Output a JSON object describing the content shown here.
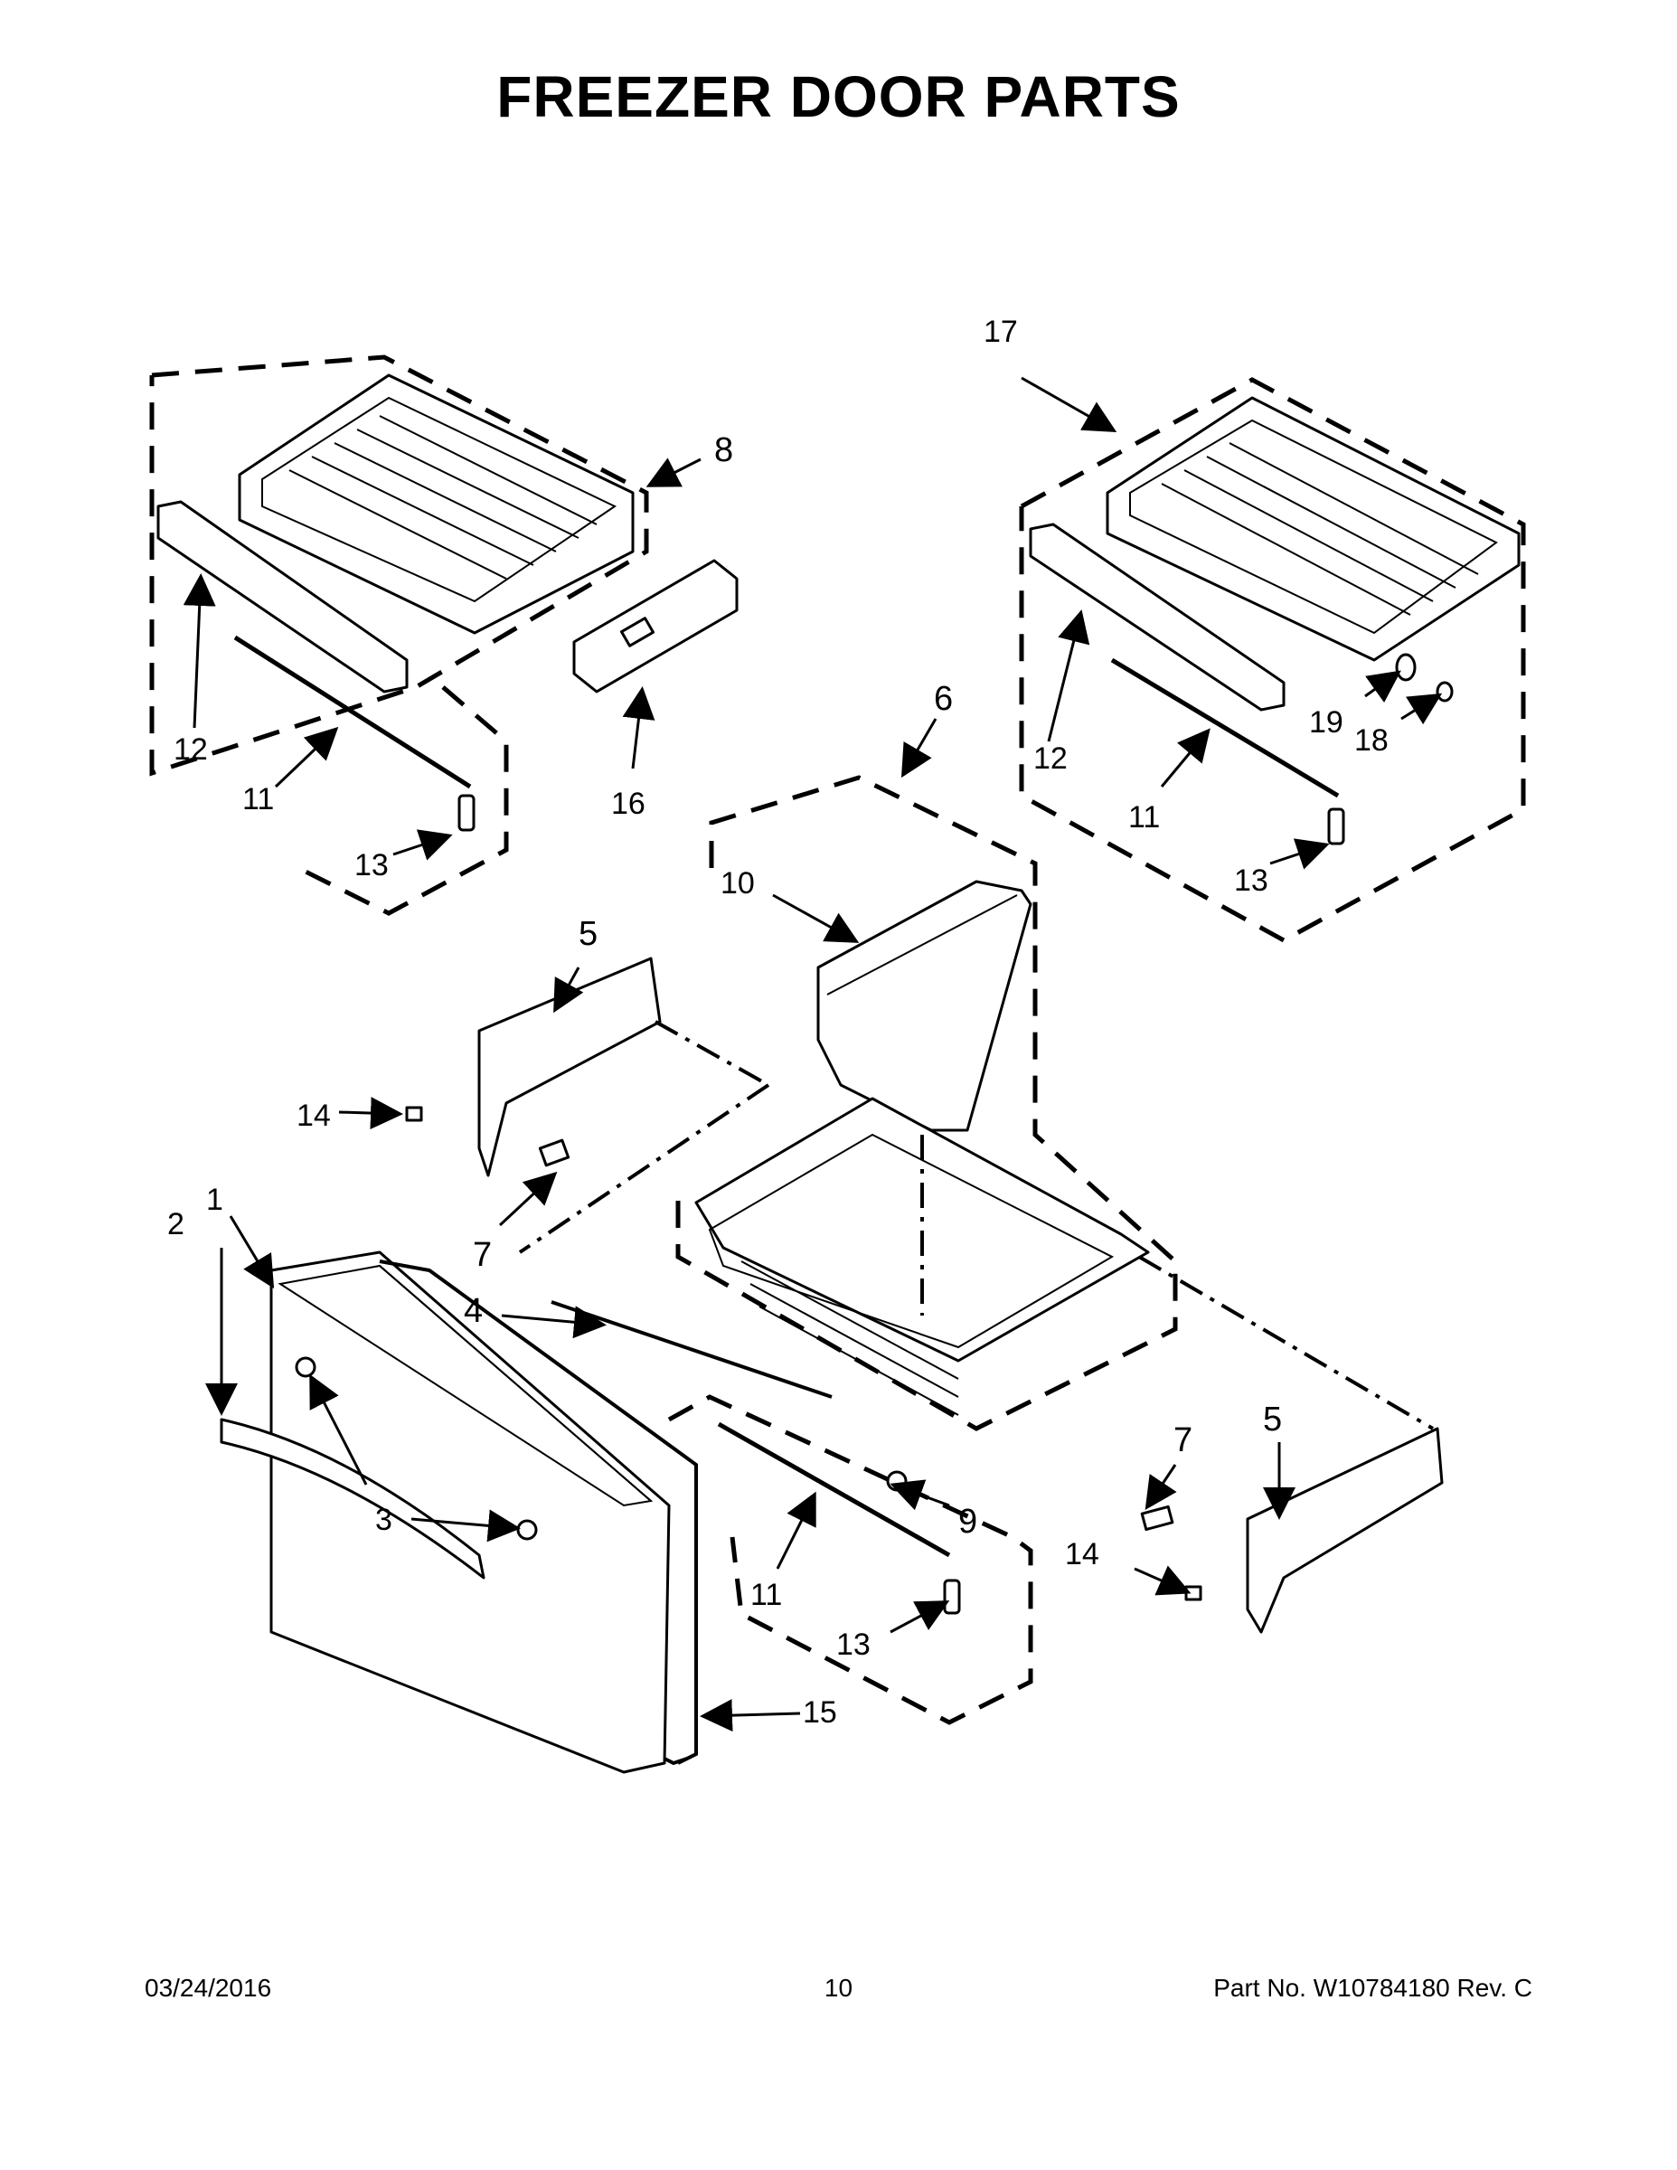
{
  "title": "FREEZER DOOR PARTS",
  "footer": {
    "date": "03/24/2016",
    "page_number": "10",
    "part_number": "Part No.  W10784180  Rev.  C"
  },
  "callouts": {
    "c1": "1",
    "c2": "2",
    "c3": "3",
    "c4": "4",
    "c5a": "5",
    "c5b": "5",
    "c6": "6",
    "c7a": "7",
    "c7b": "7",
    "c8": "8",
    "c9": "9",
    "c10": "10",
    "c11a": "11",
    "c11b": "11",
    "c11c": "11",
    "c12a": "12",
    "c12b": "12",
    "c13a": "13",
    "c13b": "13",
    "c13c": "13",
    "c14a": "14",
    "c14b": "14",
    "c15": "15",
    "c16": "16",
    "c17": "17",
    "c18": "18",
    "c19": "19"
  }
}
